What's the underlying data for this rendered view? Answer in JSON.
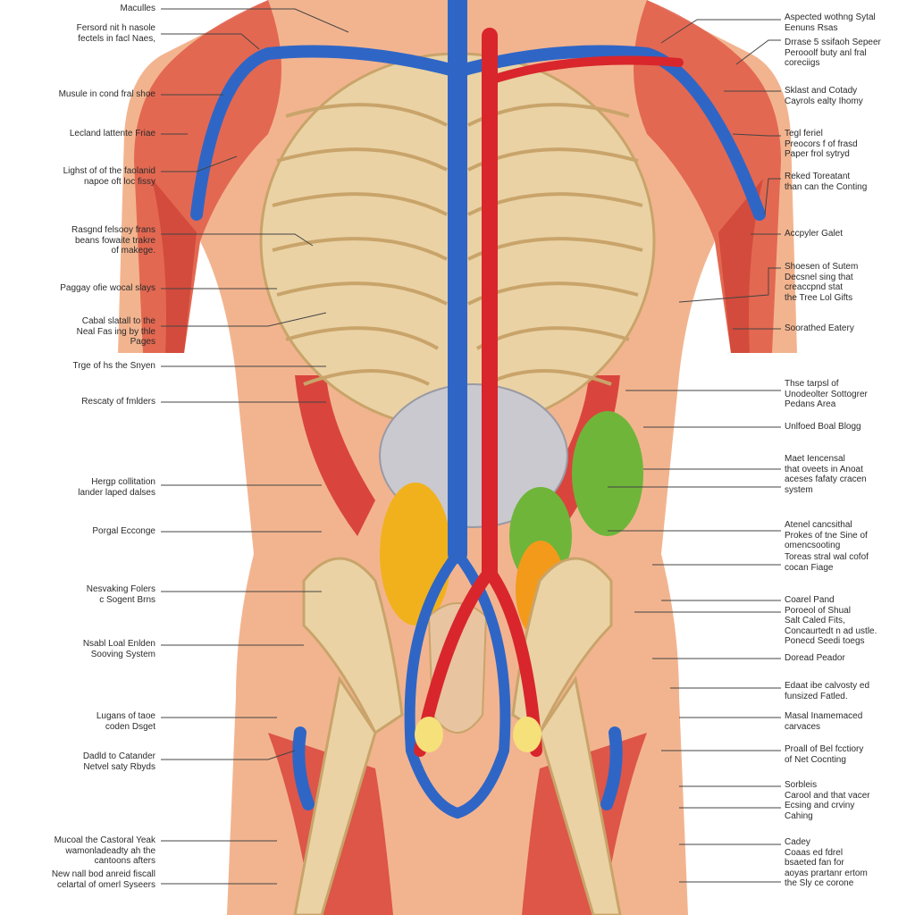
{
  "colors": {
    "skin": "#f2b48f",
    "muscle": "#d9453c",
    "bone": "#ead2a4",
    "vein": "#2f66c6",
    "artery": "#d8262c",
    "liver": "#f1b11c",
    "stomach": "#6fb53a",
    "intestine": "#c9c9cf",
    "leader_line": "#444444",
    "text": "#2b2b2b"
  },
  "labels_left": [
    "Maculles",
    "Fersord nit h nasole\nfectels in facl Naes,",
    "Musule in cond fral shoe",
    "Lecland lattente Friae",
    "Lighst of of the faolanid\nnapoe oft loc fissy",
    "Rasgnd felsooy frans\nbeans fowaite trakre\nof makege.",
    "Paggay ofie wocal slays",
    "Cabal slatall to the\nNeal Fas ing by thle\nPages",
    "Trge of hs the Snyen",
    "Rescaty of fmlders",
    "Hergp collitation\nlander laped dalses",
    "Porgal Ecconge",
    "Nesvaking Folers\nc Sogent Brns",
    "Nsabl Loal Enlden\nSooving System",
    "Lugans of taoe\ncoden Dsget",
    "Dadld to Catander\nNetvel saty Rbyds",
    "Mucoal the Castoral Yeak\nwamonladeadty ah the\ncantoons afters",
    "New nall bod anreid fiscall\ncelartal of omerl Syseers"
  ],
  "labels_right": [
    "Aspected wothng Sytal\nEenuns Rsas",
    "Drrase 5 ssifaoh Sepeer\nPerooolf buty anl fral\ncoreciigs",
    "Sklast and Cotady\nCayrols ealty Ihomy",
    "Tegl feriel\nPreocors f of frasd\nPaper frol sytryd",
    "Reked Toreatant\nthan can the Conting",
    "Accpyler Galet",
    "Shoesen of Sutem\nDecsnel sing that\ncreaccpnd stat\nthe Tree Lol Gifts",
    "Soorathed Eatery",
    "Thse tarpsl of\nUnodeolter Sottogrer\nPedans Area",
    "Unlfoed Boal Blogg",
    "Maet Iencensal\nthat oveets in Anoat\naceses fafaty cracen\nsystem",
    "Atenel cancsithal\nProkes of tne Sine of\nomencsooting",
    "Toreas stral wal cofof\ncocan Fiage",
    "Coarel Pand\nPoroeol of Shual\nSalt Caled Fits,\nConcaurtedt n ad ustle.\nPonecd Seedi toegs",
    "Doread Peador",
    "Edaat ibe calvosty ed\nfunsized Fatled.",
    "Masal Inamemaced\ncarvaces",
    "Proall of Bel fcctiory\nof Net Cocnting",
    "Sorbleis\nCarool and that vacer\nEcsing and crviny\nCahing",
    "Cadey\nCoaas ed fdrel\nbsaeted fan for\naoyas prartanr ertom\nthe Sly ce corone"
  ]
}
